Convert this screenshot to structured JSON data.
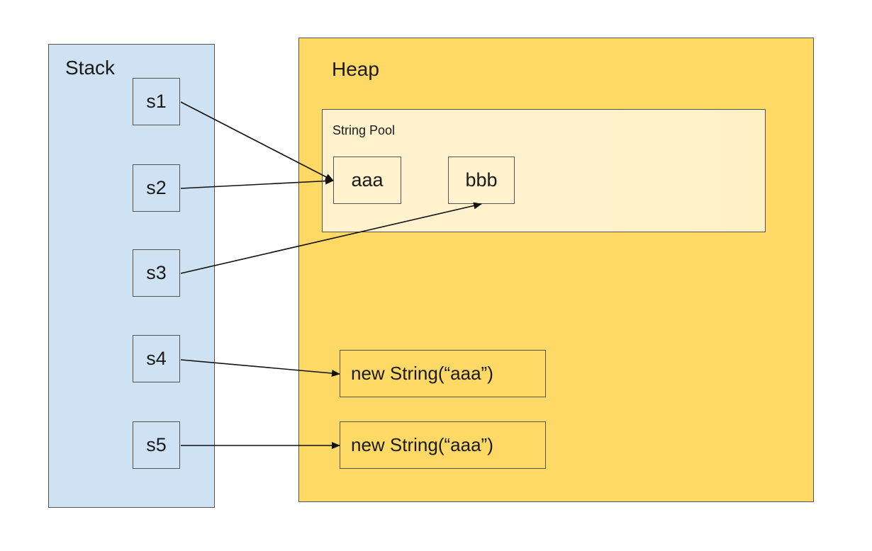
{
  "stack": {
    "title": "Stack",
    "vars": [
      "s1",
      "s2",
      "s3",
      "s4",
      "s5"
    ]
  },
  "heap": {
    "title": "Heap",
    "pool": {
      "title": "String Pool",
      "literals": [
        "aaa",
        "bbb"
      ]
    },
    "objects": [
      "new String(“aaa”)",
      "new String(“aaa”)"
    ]
  },
  "references": [
    {
      "from": "s1",
      "to": "aaa"
    },
    {
      "from": "s2",
      "to": "aaa"
    },
    {
      "from": "s3",
      "to": "bbb"
    },
    {
      "from": "s4",
      "to": "new String(“aaa”) #1"
    },
    {
      "from": "s5",
      "to": "new String(“aaa”) #2"
    }
  ]
}
